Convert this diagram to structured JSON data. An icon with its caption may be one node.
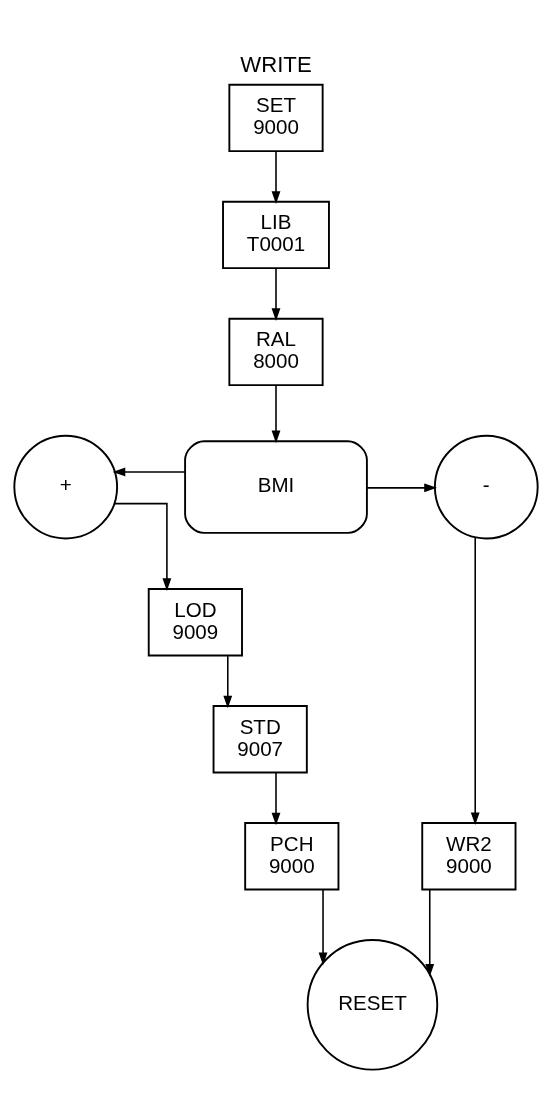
{
  "diagram": {
    "title": "WRITE",
    "nodes": [
      {
        "text": [
          "SET",
          "9000"
        ]
      },
      {
        "text": [
          "LIB",
          "T0001"
        ]
      },
      {
        "text": [
          "RAL",
          "8000"
        ]
      },
      {
        "text": [
          "+"
        ]
      },
      {
        "text": [
          "BMI"
        ]
      },
      {
        "text": [
          "-"
        ]
      },
      {
        "text": [
          "LOD",
          "9009"
        ]
      },
      {
        "text": [
          "STD",
          "9007"
        ]
      },
      {
        "text": [
          "PCH",
          "9000"
        ]
      },
      {
        "text": [
          "WR2",
          "9000"
        ]
      },
      {
        "text": [
          "RESET"
        ]
      }
    ],
    "edges": [
      {
        "from": 0,
        "to": 1,
        "arrow": "to"
      },
      {
        "from": 1,
        "to": 2,
        "arrow": "to"
      },
      {
        "from": 2,
        "to": 4,
        "arrow": "to"
      },
      {
        "from": 4,
        "to": 3,
        "arrow": "to"
      },
      {
        "from": 4,
        "to": 5,
        "arrow": "to"
      },
      {
        "from": 3,
        "to": 6,
        "arrow": "to"
      },
      {
        "from": 6,
        "to": 7,
        "arrow": "to"
      },
      {
        "from": 7,
        "to": 8,
        "arrow": "to"
      },
      {
        "from": 5,
        "to": 9,
        "arrow": "to"
      },
      {
        "from": 8,
        "to": 10,
        "arrow": "to"
      },
      {
        "from": 9,
        "to": 10,
        "arrow": "to"
      }
    ]
  }
}
